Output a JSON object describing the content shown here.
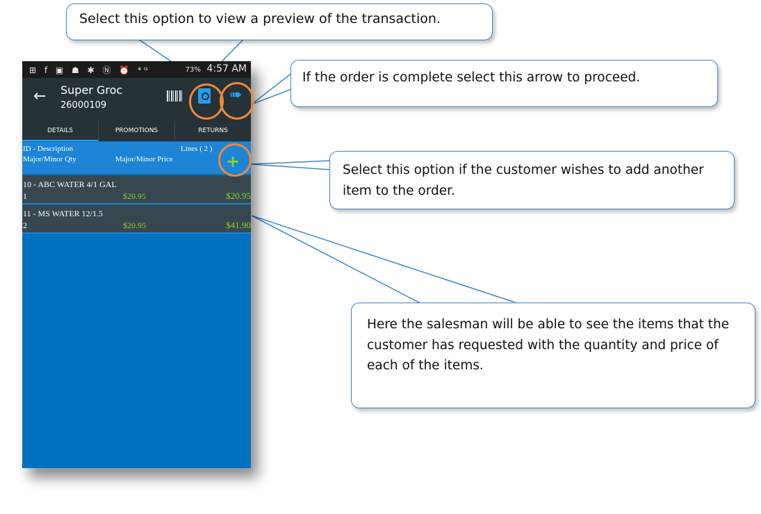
{
  "callouts": {
    "preview": "Select this option to view a preview of the transaction.",
    "proceed": "If the order is complete select this arrow to proceed.",
    "add_item": "Select this option if the customer wishes to add another item to the order.",
    "items": "Here the salesman will be able to see the items that the customer has requested with the quantity and price of each of the items."
  },
  "statusbar": {
    "icons": "⊞ f ▣ ☗  ✱ Ⓝ ⏰ ⁴ᴳ",
    "battery": "73%",
    "time": "4:57 AM"
  },
  "appbar": {
    "back_icon": "←",
    "customer_name": "Super Groc",
    "customer_id": "26000109",
    "proceed_icon": "➠"
  },
  "tabs": [
    {
      "label": "DETAILS",
      "active": true
    },
    {
      "label": "PROMOTIONS",
      "active": false
    },
    {
      "label": "RETURNS",
      "active": false
    }
  ],
  "list_header": {
    "desc": "ID - Description",
    "qty": "Major/Minor Qty",
    "price": "Major/Minor Price",
    "lines": "Lines ( 2 )",
    "add_icon": "+"
  },
  "items": [
    {
      "desc": "10  - ABC WATER 4/1 GAL",
      "qty": "1",
      "price": "$20.95",
      "total": "$20.95"
    },
    {
      "desc": "11  - MS WATER 12/1.5",
      "qty": "2",
      "price": "$20.95",
      "total": "$41.90"
    }
  ],
  "colors": {
    "accent": "#2a9de8",
    "highlight": "#f0883a",
    "price_green": "#8bd12a",
    "appbar": "#263238",
    "background_blue": "#0071bf"
  }
}
